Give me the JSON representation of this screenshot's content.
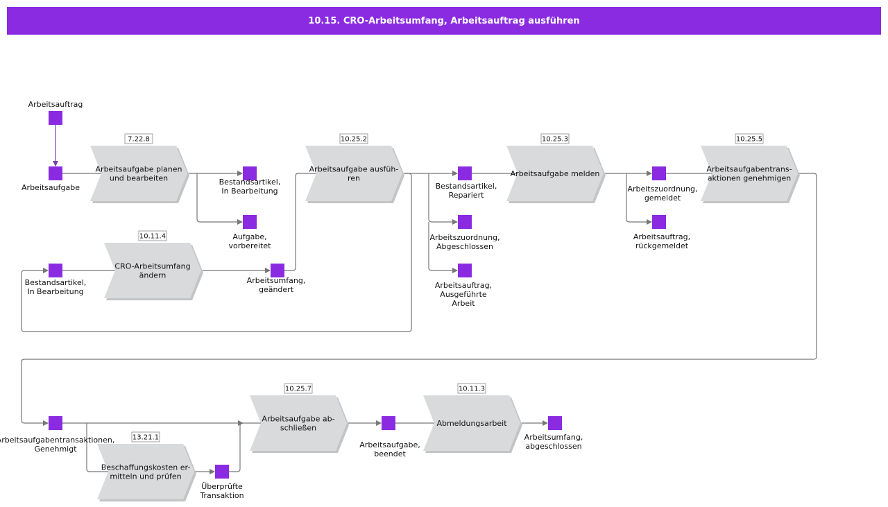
{
  "title": "10.15. CRO-Arbeitsumfang, Arbeitsauftrag ausführen",
  "colors": {
    "header": "#8a2be2",
    "event": "#8a2be2",
    "process": "#d9dadc",
    "process_shadow": "#c3c4c6",
    "edge": "#777777",
    "trigger_edge": "#7b3fa8"
  },
  "processes": [
    {
      "id": "p1",
      "ref": "7.22.8",
      "lines": [
        "Arbeitsaufgabe planen",
        "und bearbeiten"
      ]
    },
    {
      "id": "p2",
      "ref": "10.11.4",
      "lines": [
        "CRO-Arbeitsumfang",
        "ändern"
      ]
    },
    {
      "id": "p3",
      "ref": "10.25.2",
      "lines": [
        "Arbeitsaufgabe ausfüh-",
        "ren"
      ]
    },
    {
      "id": "p4",
      "ref": "10.25.3",
      "lines": [
        "Arbeitsaufgabe melden"
      ]
    },
    {
      "id": "p5",
      "ref": "10.25.5",
      "lines": [
        "Arbeitsaufgabentrans-",
        "aktionen genehmigen"
      ]
    },
    {
      "id": "p6",
      "ref": "10.25.7",
      "lines": [
        "Arbeitsaufgabe ab-",
        "schließen"
      ]
    },
    {
      "id": "p7",
      "ref": "13.21.1",
      "lines": [
        "Beschaffungskosten er-",
        "mitteln und prüfen"
      ]
    },
    {
      "id": "p8",
      "ref": "10.11.3",
      "lines": [
        "Abmeldungsarbeit"
      ]
    }
  ],
  "events": [
    {
      "id": "e0",
      "lines": [
        "Arbeitsauftrag"
      ]
    },
    {
      "id": "e1",
      "lines": [
        "Arbeitsaufgabe"
      ]
    },
    {
      "id": "e2",
      "lines": [
        "Bestandsartikel,",
        "In Bearbeitung"
      ]
    },
    {
      "id": "e3",
      "lines": [
        "Aufgabe,",
        "vorbereitet"
      ]
    },
    {
      "id": "e4",
      "lines": [
        "Bestandsartikel,",
        "In Bearbeitung"
      ]
    },
    {
      "id": "e5",
      "lines": [
        "Arbeitsumfang,",
        "geändert"
      ]
    },
    {
      "id": "e6",
      "lines": [
        "Bestandsartikel,",
        "Repariert"
      ]
    },
    {
      "id": "e7",
      "lines": [
        "Arbeitszuordnung,",
        "Abgeschlossen"
      ]
    },
    {
      "id": "e8",
      "lines": [
        "Arbeitsauftrag,",
        "Ausgeführte",
        "Arbeit"
      ]
    },
    {
      "id": "e9",
      "lines": [
        "Arbeitszuordnung,",
        "gemeldet"
      ]
    },
    {
      "id": "e10",
      "lines": [
        "Arbeitsauftrag,",
        "rückgemeldet"
      ]
    },
    {
      "id": "e11",
      "lines": [
        "Arbeitsaufgabentransaktionen,",
        "Genehmigt"
      ]
    },
    {
      "id": "e12",
      "lines": [
        "Überprüfte",
        "Transaktion"
      ]
    },
    {
      "id": "e13",
      "lines": [
        "Arbeitsaufgabe,",
        "beendet"
      ]
    },
    {
      "id": "e14",
      "lines": [
        "Arbeitsumfang,",
        "abgeschlossen"
      ]
    }
  ]
}
